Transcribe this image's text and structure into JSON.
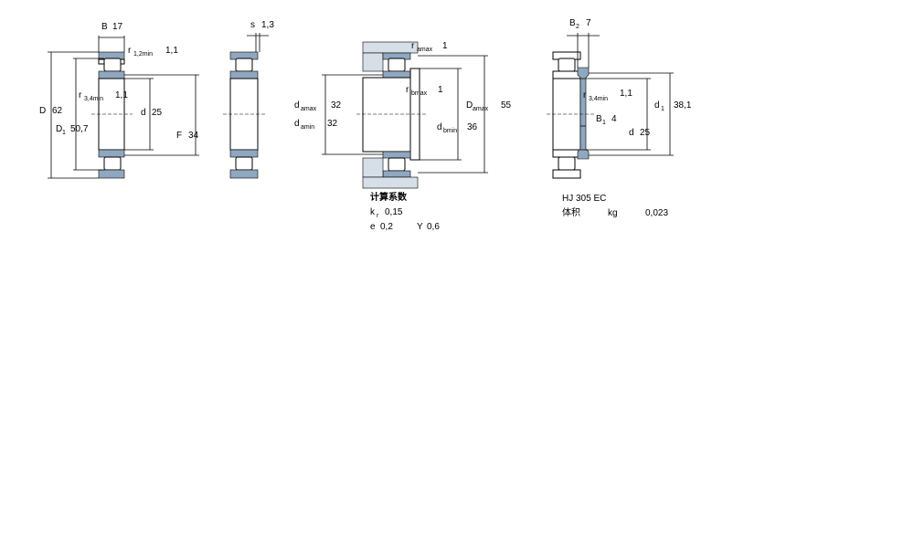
{
  "view1": {
    "B_label": "B",
    "B_value": "17",
    "r12_label": "r",
    "r12_sub": "1,2min",
    "r12_value": "1,1",
    "D_label": "D",
    "D_value": "62",
    "D1_label": "D",
    "D1_sub": "1",
    "D1_value": "50,7",
    "r34_label": "r",
    "r34_sub": "3,4min",
    "r34_value": "1,1",
    "d_label": "d",
    "d_value": "25",
    "F_label": "F",
    "F_value": "34"
  },
  "view2": {
    "s_label": "s",
    "s_value": "1,3"
  },
  "view3": {
    "ra_label": "r",
    "ra_sub": "amax",
    "ra_value": "1",
    "rb_label": "r",
    "rb_sub": "bmax",
    "rb_value": "1",
    "damax_label": "d",
    "damax_sub": "amax",
    "damax_value": "32",
    "damin_label": "d",
    "damin_sub": "amin",
    "damin_value": "32",
    "dbmin_label": "d",
    "dbmin_sub": "bmin",
    "dbmin_value": "36",
    "Damax_label": "D",
    "Damax_sub": "amax",
    "Damax_value": "55"
  },
  "calc": {
    "title": "计算系数",
    "kr_label": "k",
    "kr_sub": "r",
    "kr_value": "0,15",
    "e_label": "e",
    "e_value": "0,2",
    "Y_label": "Y",
    "Y_value": "0,6"
  },
  "view4": {
    "B2_label": "B",
    "B2_sub": "2",
    "B2_value": "7",
    "r34_label": "r",
    "r34_sub": "3,4min",
    "r34_value": "1,1",
    "d1_label": "d",
    "d1_sub": "1",
    "d1_value": "38,1",
    "B1_label": "B",
    "B1_sub": "1",
    "B1_value": "4",
    "d_label": "d",
    "d_value": "25"
  },
  "ring_info": {
    "designation": "HJ 305 EC",
    "volume_label": "体积",
    "unit": "kg",
    "volume_value": "0,023"
  },
  "colors": {
    "hatch": "#8fa8c0",
    "line": "#000000",
    "background": "#ffffff"
  }
}
